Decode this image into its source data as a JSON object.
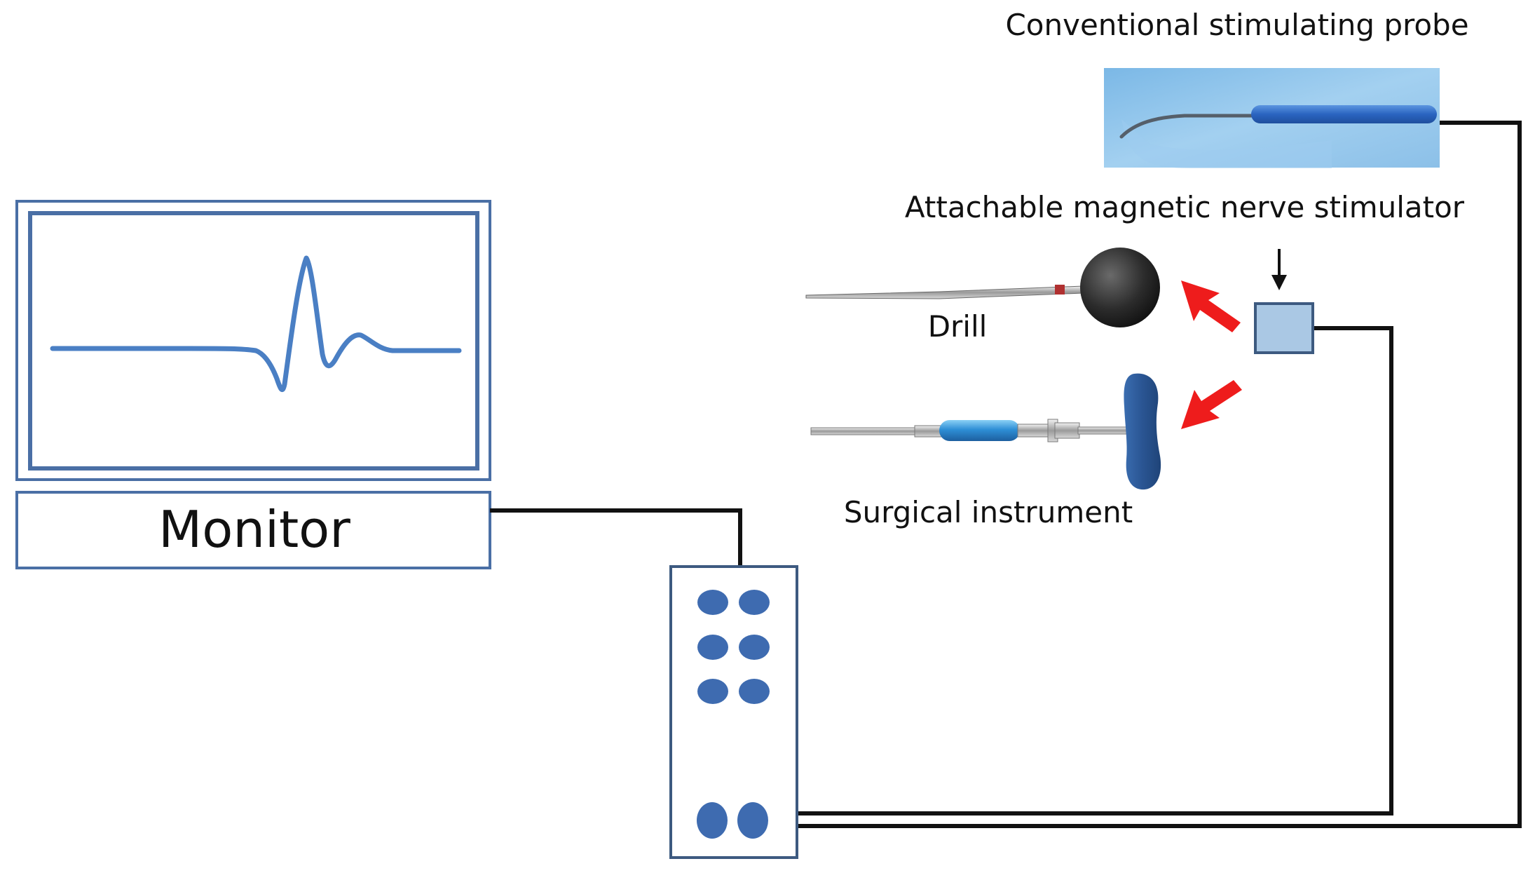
{
  "labels": {
    "probe": "Conventional stimulating probe",
    "stimulator": "Attachable magnetic nerve stimulator",
    "drill": "Drill",
    "surgical": "Surgical instrument",
    "monitor": "Monitor"
  },
  "colors": {
    "line": "#111111",
    "monitor_border": "#4a6fa5",
    "waveform": "#4a7fc4",
    "port": "#3e6bb0",
    "box_border": "#3d5a80",
    "stimulator_fill": "#aac8e4",
    "arrow_red": "#ee1c1c",
    "probe_bg": "#8fc4ea",
    "probe_handle": "#2f6fc9",
    "ball": "#2a2a2a",
    "tbar": "#2e5a98",
    "instrument_handle": "#3fa2dc"
  }
}
